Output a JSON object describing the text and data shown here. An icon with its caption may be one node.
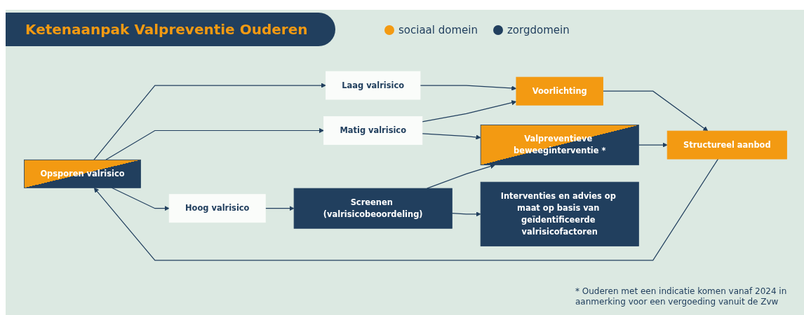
{
  "diagram": {
    "title": "Ketenaanpak Valpreventie Ouderen",
    "nodes": [
      {
        "text": [
          "Opsporen valrisico"
        ]
      },
      {
        "text": [
          "Laag valrisico"
        ]
      },
      {
        "text": [
          "Matig valrisico"
        ]
      },
      {
        "text": [
          "Hoog valrisico"
        ]
      },
      {
        "text": [
          "Screenen (valrisicobeoordeling)"
        ]
      },
      {
        "text": [
          "Voorlichting"
        ]
      },
      {
        "text": [
          "Valpreventieve beweeginterventie *"
        ]
      },
      {
        "text": [
          "Interventies en advies op maat op basis van geïdentificeerde valrisicofactoren"
        ]
      },
      {
        "text": [
          "Structureel aanbod"
        ]
      }
    ],
    "edges": [
      {
        "from": 0,
        "to": 1,
        "arrow": "to"
      },
      {
        "from": 0,
        "to": 2,
        "arrow": "to"
      },
      {
        "from": 0,
        "to": 3,
        "arrow": "to"
      },
      {
        "from": 1,
        "to": 5,
        "arrow": "to"
      },
      {
        "from": 2,
        "to": 5,
        "arrow": "to"
      },
      {
        "from": 2,
        "to": 6,
        "arrow": "to"
      },
      {
        "from": 3,
        "to": 4,
        "arrow": "to"
      },
      {
        "from": 4,
        "to": 6,
        "arrow": "to"
      },
      {
        "from": 4,
        "to": 7,
        "arrow": "to"
      },
      {
        "from": 5,
        "to": 8,
        "arrow": "to"
      },
      {
        "from": 6,
        "to": 8,
        "arrow": "to"
      },
      {
        "from": 8,
        "to": 0,
        "arrow": "to"
      }
    ],
    "caption": "* Ouderen met een indicatie komen vanaf 2024 in aanmerking voor een vergoeding vanuit de Zvw",
    "legend": [
      {
        "text": "sociaal domein",
        "color": "#f39a12"
      },
      {
        "text": "zorgdomein",
        "color": "#213f5e"
      }
    ]
  }
}
